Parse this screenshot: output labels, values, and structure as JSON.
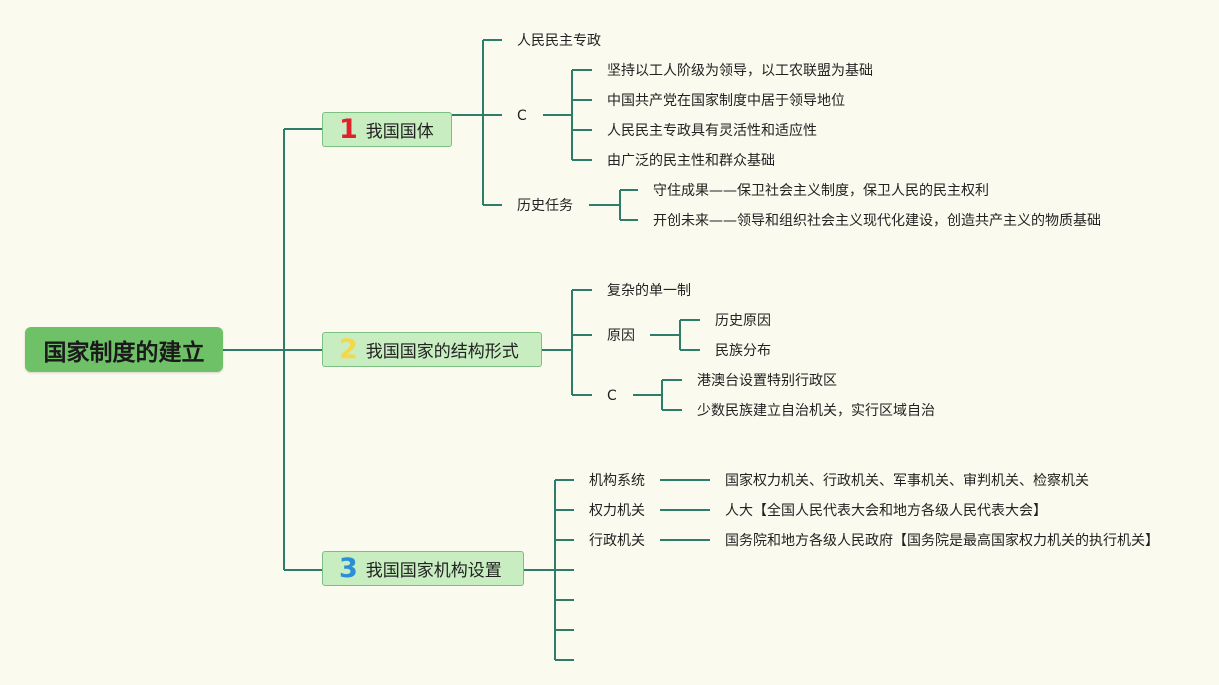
{
  "diagram": {
    "root": "国家制度的建立",
    "colors": {
      "line": "#2e7d6b",
      "root_bg": "#6fc168",
      "main_bg": "#c7edc1",
      "n1": "#e0202a",
      "n2": "#f5d84a",
      "n3": "#2a8fd6"
    },
    "branches": [
      {
        "number": "1",
        "label": "我国国体",
        "items": [
          {
            "label": "人民民主专政"
          },
          {
            "label": "C",
            "children": [
              "坚持以工人阶级为领导，以工农联盟为基础",
              "中国共产党在国家制度中居于领导地位",
              "人民民主专政具有灵活性和适应性",
              "由广泛的民主性和群众基础"
            ]
          },
          {
            "label": "历史任务",
            "children": [
              "守住成果——保卫社会主义制度，保卫人民的民主权利",
              "开创未来——领导和组织社会主义现代化建设，创造共产主义的物质基础"
            ]
          }
        ]
      },
      {
        "number": "2",
        "label": "我国国家的结构形式",
        "items": [
          {
            "label": "复杂的单一制"
          },
          {
            "label": "原因",
            "children": [
              "历史原因",
              "民族分布"
            ]
          },
          {
            "label": "C",
            "children": [
              "港澳台设置特别行政区",
              "少数民族建立自治机关，实行区域自治"
            ]
          }
        ]
      },
      {
        "number": "3",
        "label": "我国国家机构设置",
        "items": [
          {
            "label": "机构系统",
            "children": [
              "国家权力机关、行政机关、军事机关、审判机关、检察机关"
            ]
          },
          {
            "label": "权力机关",
            "children": [
              "人大【全国人民代表大会和地方各级人民代表大会】"
            ]
          },
          {
            "label": "行政机关",
            "children": [
              "国务院和地方各级人民政府【国务院是最高国家权力机关的执行机关】"
            ]
          }
        ]
      }
    ]
  }
}
